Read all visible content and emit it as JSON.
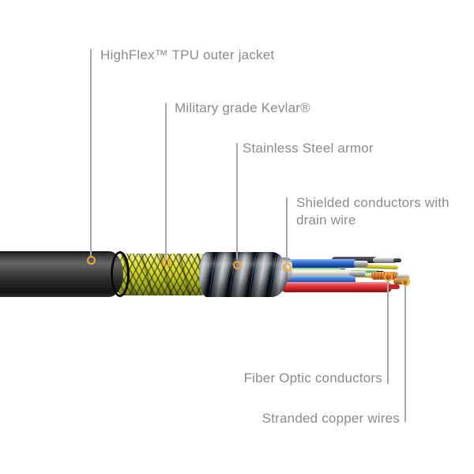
{
  "colors": {
    "bg": "#ffffff",
    "label_text": "#8b8b8b",
    "leader_line": "#a8a8a8",
    "marker_ring": "#efa636"
  },
  "callouts": {
    "jacket": "HighFlex™ TPU outer jacket",
    "kevlar": "Military grade Kevlar®",
    "armor": "Stainless Steel armor",
    "shielded_line1": "Shielded conductors with",
    "shielded_line2": "drain wire",
    "fiber": "Fiber Optic conductors",
    "copper": "Stranded copper wires"
  }
}
